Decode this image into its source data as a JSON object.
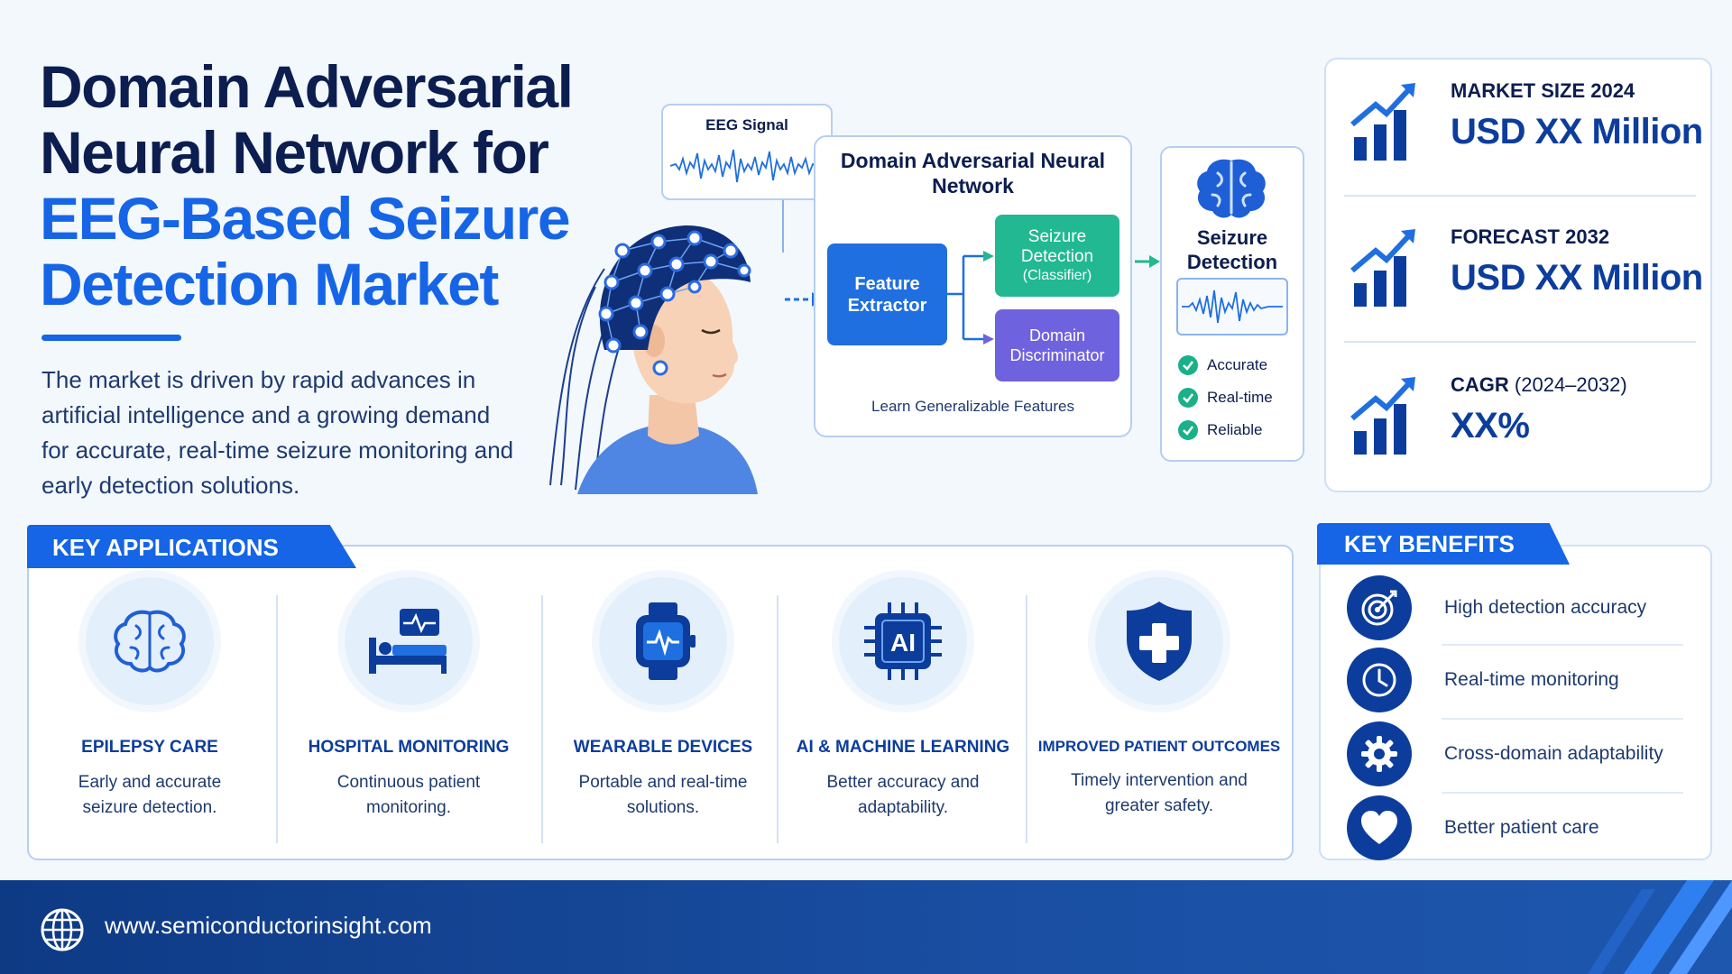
{
  "title": {
    "line1": "Domain Adversarial",
    "line2": "Neural Network for",
    "line3": "EEG-Based Seizure",
    "line4": "Detection Market"
  },
  "description": "The market is driven by rapid advances in artificial intelligence and a growing demand for accurate, real-time seizure monitoring and early detection solutions.",
  "diagram": {
    "eeg_signal": "EEG Signal",
    "dann_title": "Domain Adversarial Neural Network",
    "feature_extractor": "Feature Extractor",
    "seizure_classifier_title": "Seizure Detection",
    "seizure_classifier_sub": "(Classifier)",
    "domain_discriminator": "Domain Discriminator",
    "learn_label": "Learn Generalizable Features",
    "output_title": "Seizure Detection",
    "checks": [
      "Accurate",
      "Real-time",
      "Reliable"
    ]
  },
  "market": {
    "size_label": "MARKET SIZE 2024",
    "size_value": "USD XX Million",
    "forecast_label": "FORECAST 2032",
    "forecast_value": "USD XX Million",
    "cagr_label": "CAGR",
    "cagr_period": "(2024–2032)",
    "cagr_value": "XX%"
  },
  "applications": {
    "heading": "KEY APPLICATIONS",
    "items": [
      {
        "name": "EPILEPSY CARE",
        "desc": "Early and accurate seizure detection.",
        "icon": "brain-icon"
      },
      {
        "name": "HOSPITAL MONITORING",
        "desc": "Continuous patient monitoring.",
        "icon": "hospital-bed-icon"
      },
      {
        "name": "WEARABLE DEVICES",
        "desc": "Portable and real-time solutions.",
        "icon": "smartwatch-icon"
      },
      {
        "name": "AI & MACHINE LEARNING",
        "desc": "Better accuracy and adaptability.",
        "icon": "ai-chip-icon"
      },
      {
        "name": "IMPROVED PATIENT OUTCOMES",
        "desc": "Timely intervention and greater safety.",
        "icon": "shield-cross-icon"
      }
    ]
  },
  "benefits": {
    "heading": "KEY BENEFITS",
    "items": [
      {
        "label": "High detection accuracy",
        "icon": "target-icon"
      },
      {
        "label": "Real-time monitoring",
        "icon": "clock-icon"
      },
      {
        "label": "Cross-domain adaptability",
        "icon": "gear-icon"
      },
      {
        "label": "Better patient care",
        "icon": "heart-icon"
      }
    ]
  },
  "footer": {
    "url": "www.semiconductorinsight.com"
  },
  "colors": {
    "navy": "#0c1d4f",
    "accent_blue": "#1565e6",
    "classifier_green": "#21b892",
    "discriminator_purple": "#6f62df",
    "footer_blue": "#0e3a84"
  }
}
